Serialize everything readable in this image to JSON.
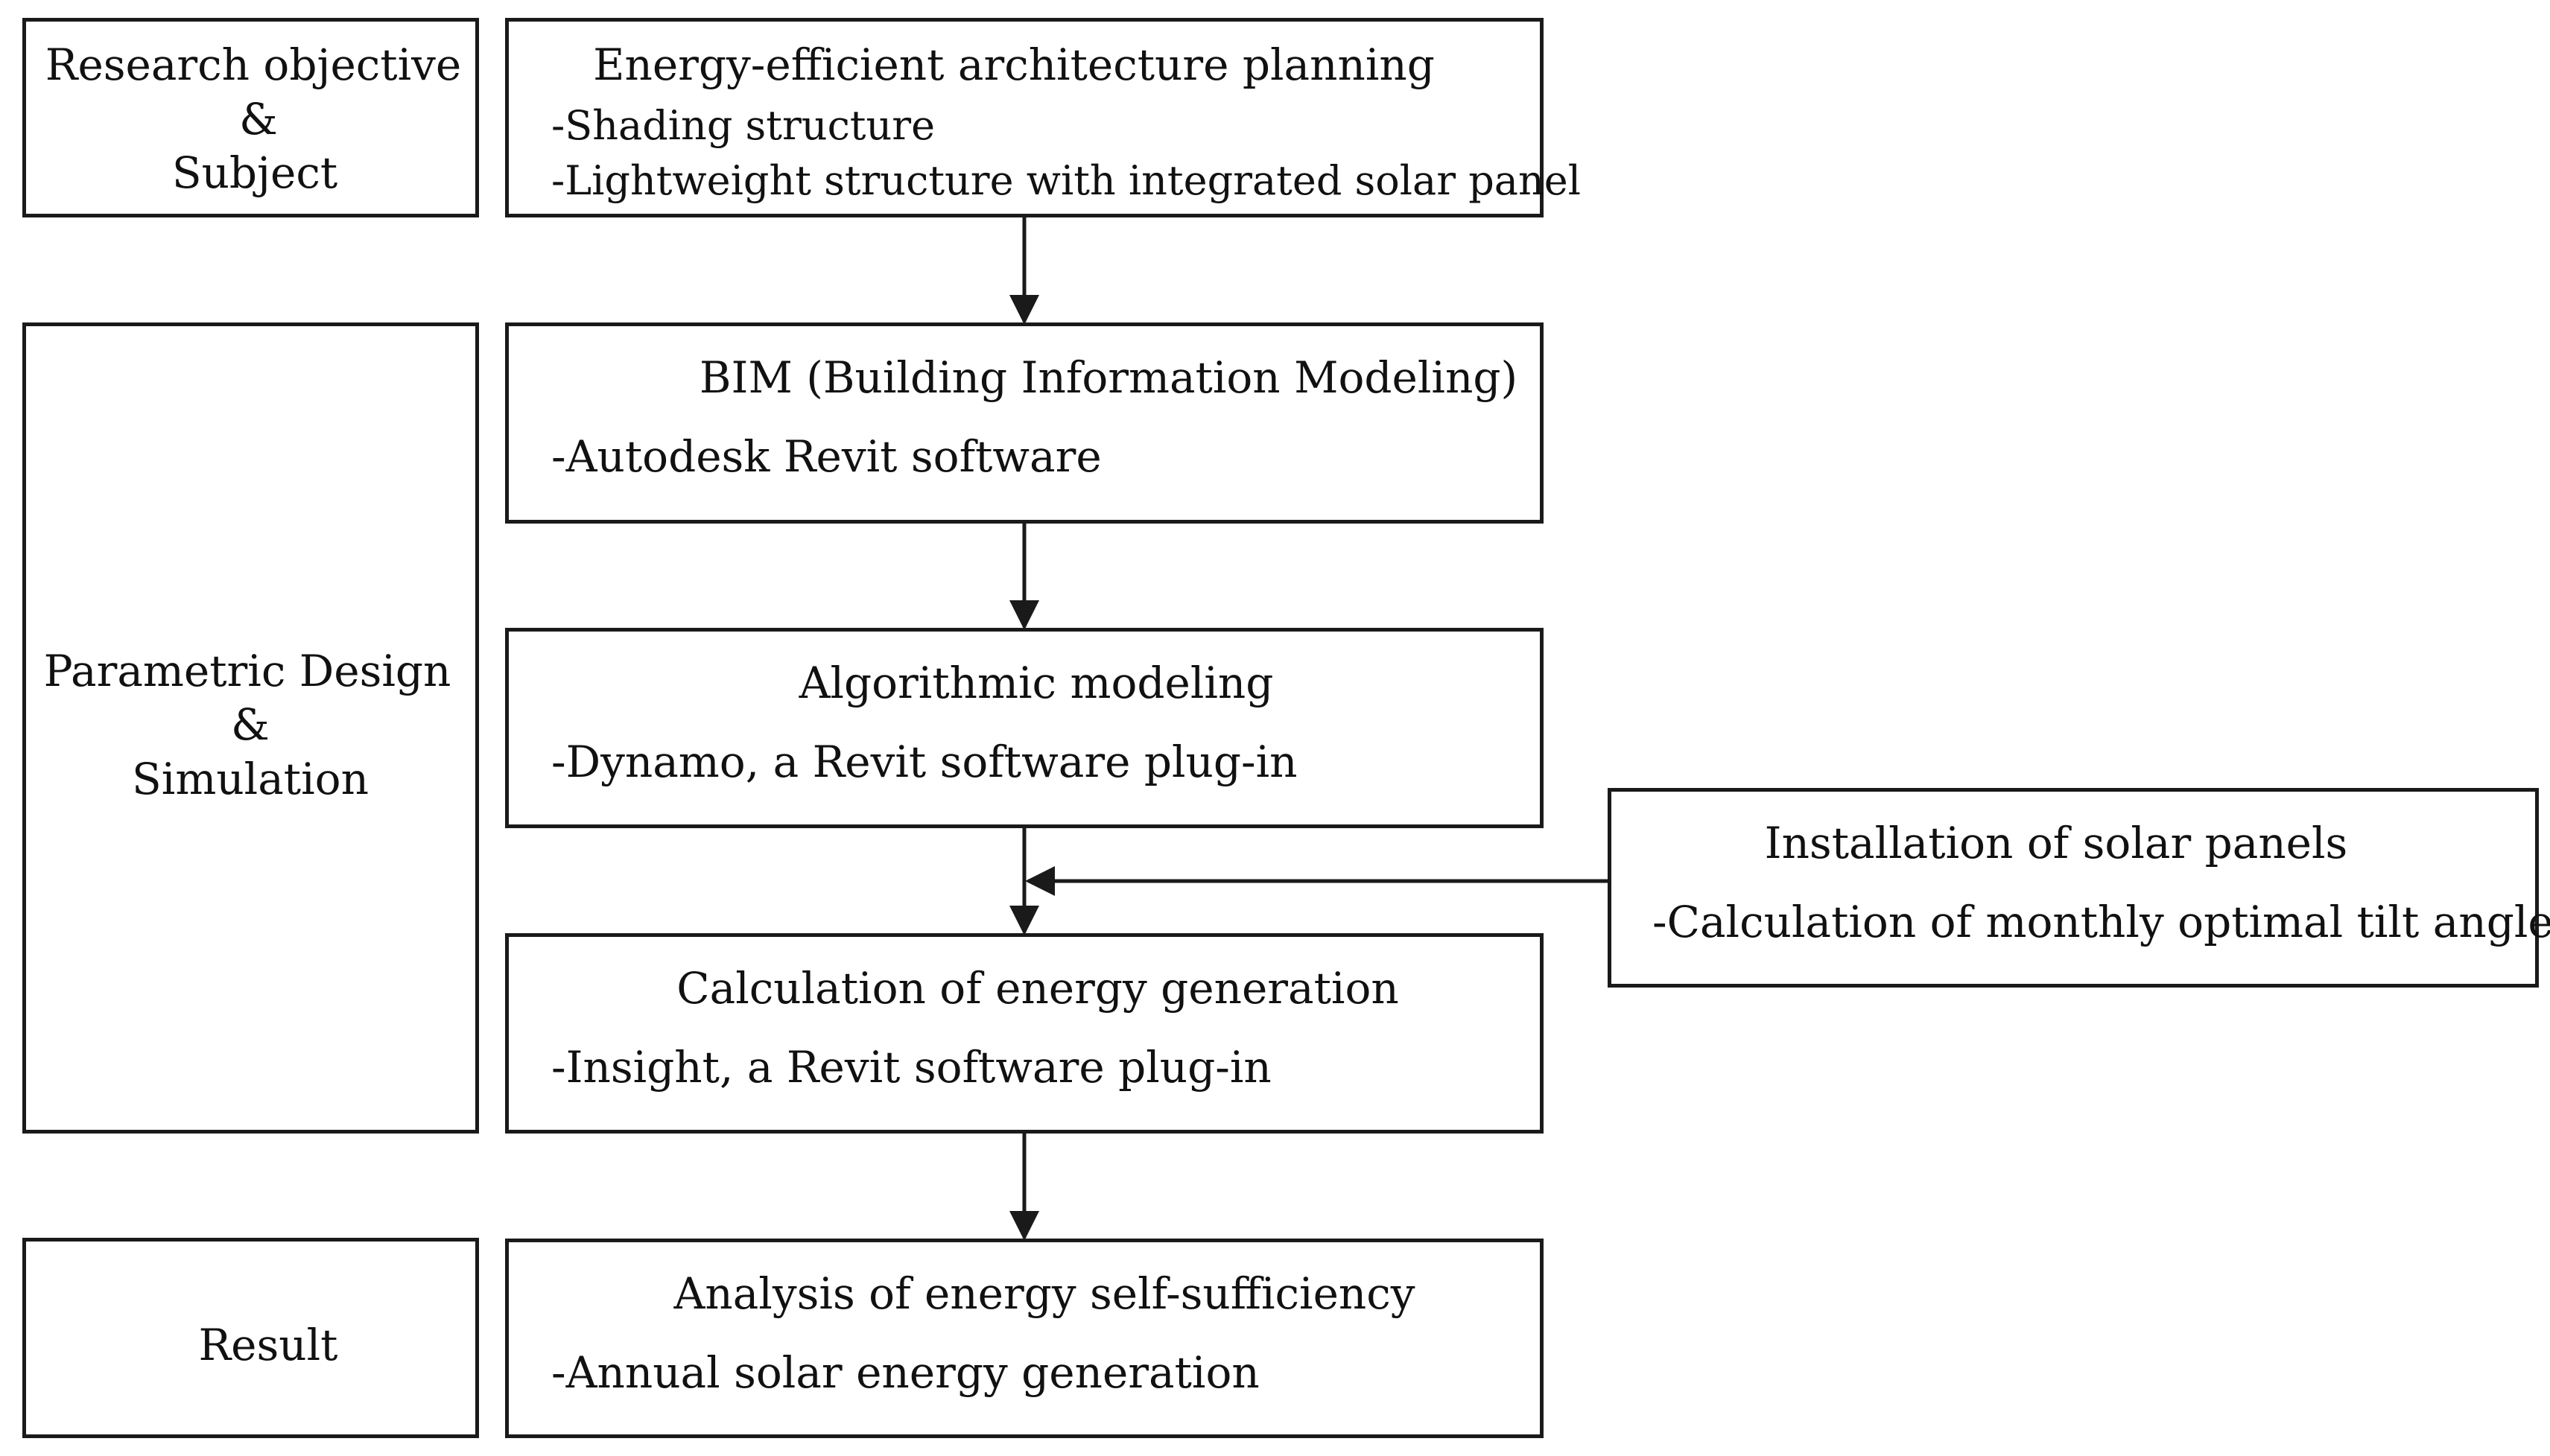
{
  "left_column": {
    "objective": {
      "line1": "Research objective",
      "line2": "&",
      "line3": "Subject"
    },
    "parametric": {
      "line1": "Parametric Design",
      "line2": "&",
      "line3": "Simulation"
    },
    "result": {
      "label": "Result"
    }
  },
  "steps": {
    "planning": {
      "title": "Energy-efficient architecture planning",
      "items": [
        "-Shading structure",
        "-Lightweight structure with integrated solar panel"
      ]
    },
    "bim": {
      "title": "BIM (Building Information Modeling)",
      "detail": "-Autodesk Revit software"
    },
    "algorithmic": {
      "title": "Algorithmic modeling",
      "detail": "-Dynamo, a Revit software plug-in"
    },
    "energy_calc": {
      "title": "Calculation of energy generation",
      "detail": "-Insight, a Revit software plug-in"
    },
    "analysis": {
      "title": "Analysis of energy self-sufficiency",
      "detail": "-Annual solar energy generation"
    }
  },
  "side": {
    "solar_panels": {
      "title": "Installation of solar panels",
      "detail": "-Calculation of monthly optimal tilt angle"
    }
  },
  "colors": {
    "line": "#1a1a1a",
    "text": "#111111",
    "background": "#ffffff"
  }
}
